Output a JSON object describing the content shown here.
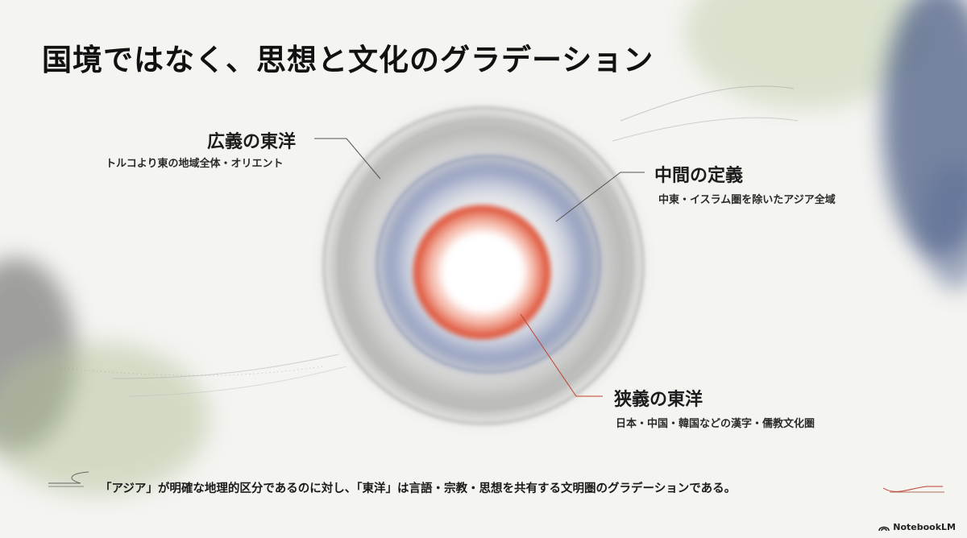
{
  "title": "国境ではなく、思想と文化のグラデーション",
  "labels": {
    "broad": {
      "head": "広義の東洋",
      "sub": "トルコより東の地域全体・オリエント"
    },
    "middle": {
      "head": "中間の定義",
      "sub": "中東・イスラム圏を除いたアジア全域"
    },
    "narrow": {
      "head": "狭義の東洋",
      "sub": "日本・中国・韓国などの漢字・儒教文化圏"
    }
  },
  "caption": "「アジア」が明確な地理的区分であるのに対し、「東洋」は言語・宗教・思想を共有する文明圏のグラデーションである。",
  "brand": {
    "name": "NotebookLM",
    "icon": "notebooklm-logo-icon"
  },
  "colors": {
    "outer_ring": "#8a8a8a",
    "middle_ring": "#5b6a9c",
    "inner_ring": "#e0553a",
    "wash_green": "#b7c7a0",
    "wash_blue": "#4e5f86",
    "wash_gray": "#6a6a6a"
  }
}
